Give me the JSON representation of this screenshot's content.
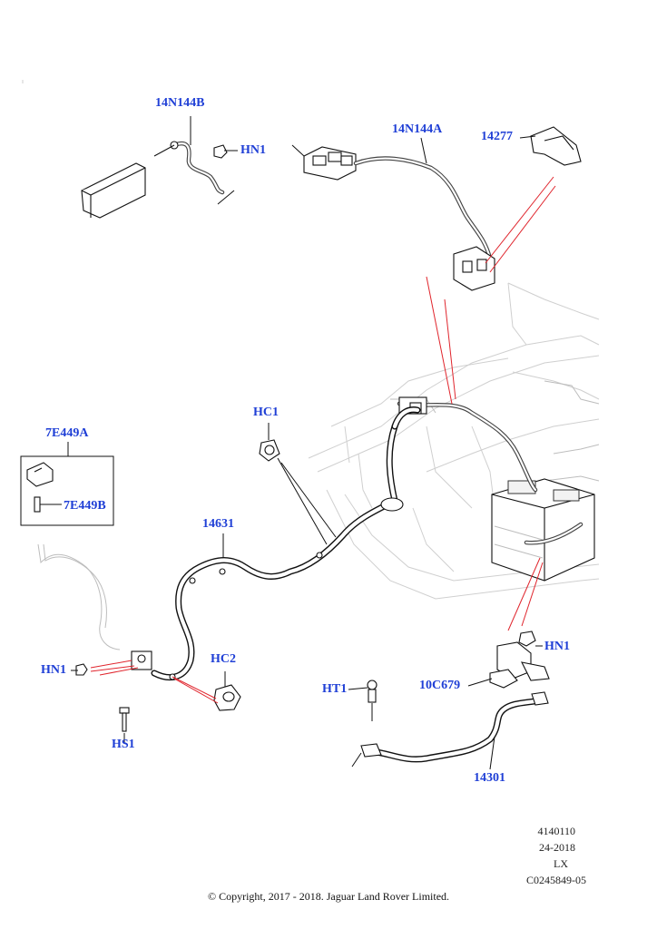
{
  "callouts": {
    "c_14N144B": "14N144B",
    "c_HN1_top": "HN1",
    "c_14N144A": "14N144A",
    "c_14277": "14277",
    "c_HC1": "HC1",
    "c_7E449A": "7E449A",
    "c_7E449B": "7E449B",
    "c_14631": "14631",
    "c_HN1_left": "HN1",
    "c_HC2": "HC2",
    "c_HS1": "HS1",
    "c_HT1": "HT1",
    "c_HN1_right": "HN1",
    "c_10C679": "10C679",
    "c_14301": "14301"
  },
  "reference": {
    "line1": "4140110",
    "line2": "24-2018",
    "line3": "LX",
    "line4": "C0245849-05"
  },
  "copyright": "© Copyright, 2017 - 2018. Jaguar Land Rover Limited.",
  "colors": {
    "callout": "#1f3fd6",
    "leader_red": "#e0242c",
    "leader_black": "#111111",
    "ghost": "#cfcfcf"
  }
}
